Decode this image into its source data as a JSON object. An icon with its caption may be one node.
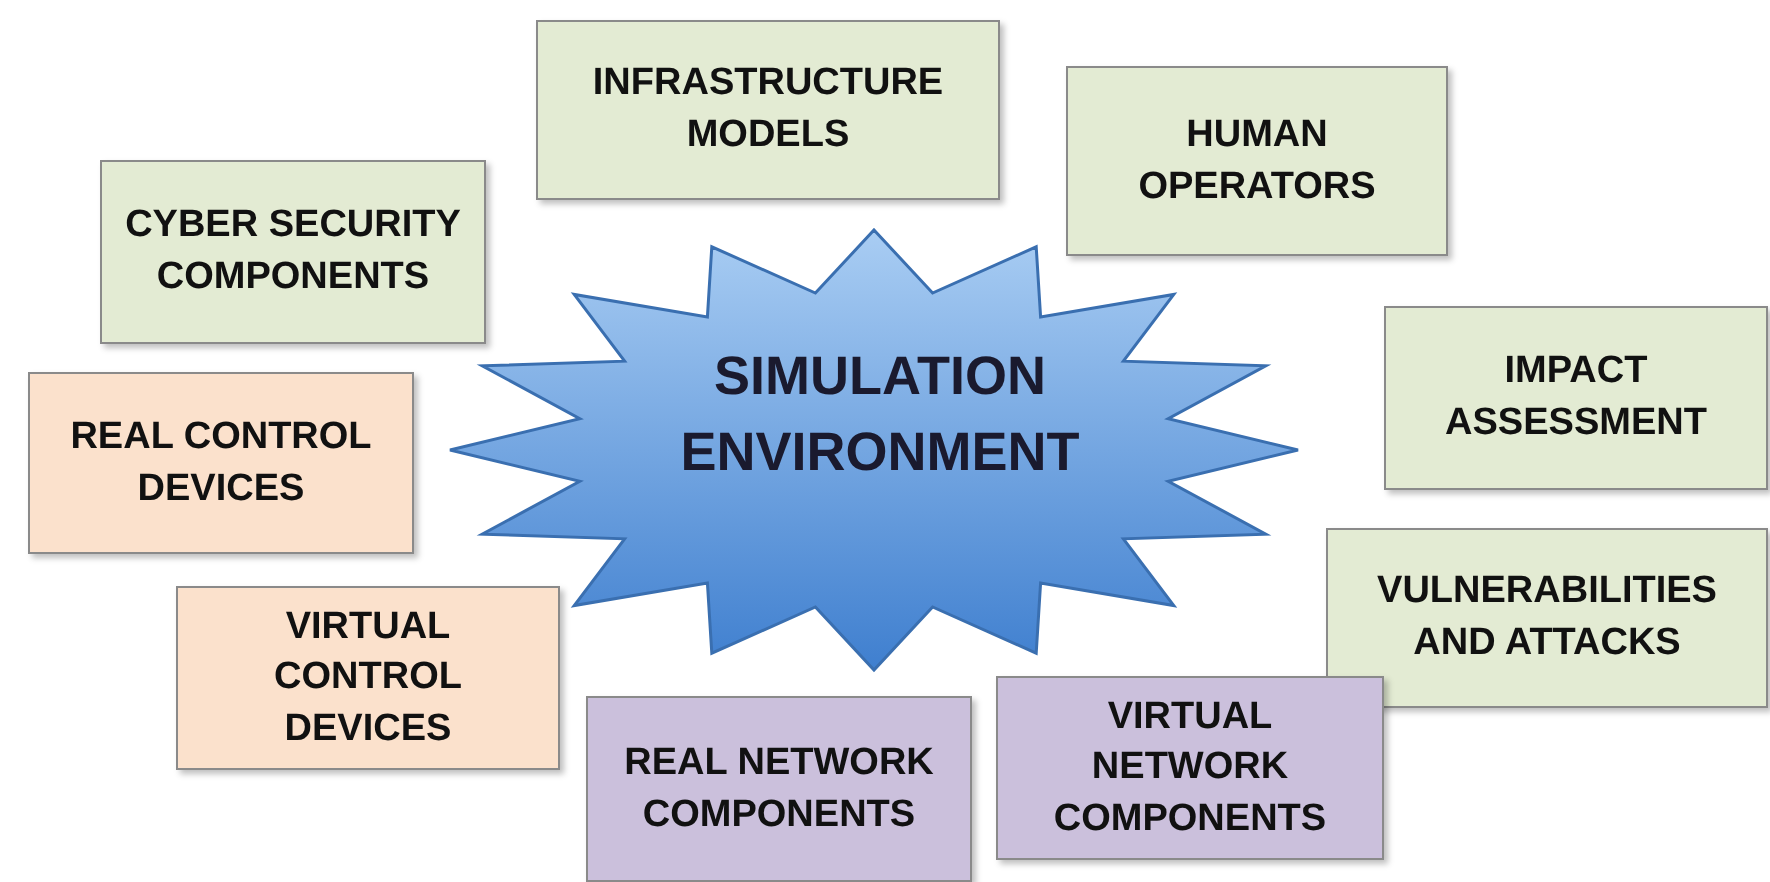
{
  "diagram": {
    "nodes": [
      {
        "text": [
          "INFRASTRUCTURE MODELS"
        ]
      },
      {
        "text": [
          "HUMAN OPERATORS"
        ]
      },
      {
        "text": [
          "CYBER SECURITY COMPONENTS"
        ]
      },
      {
        "text": [
          "SIMULATION ENVIRONMENT"
        ]
      },
      {
        "text": [
          "IMPACT ASSESSMENT"
        ]
      },
      {
        "text": [
          "REAL CONTROL DEVICES"
        ]
      },
      {
        "text": [
          "VULNERABILITIES AND ATTACKS"
        ]
      },
      {
        "text": [
          "VIRTUAL CONTROL DEVICES"
        ]
      },
      {
        "text": [
          "REAL NETWORK COMPONENTS"
        ]
      },
      {
        "text": [
          "VIRTUAL NETWORK COMPONENTS"
        ]
      }
    ]
  }
}
